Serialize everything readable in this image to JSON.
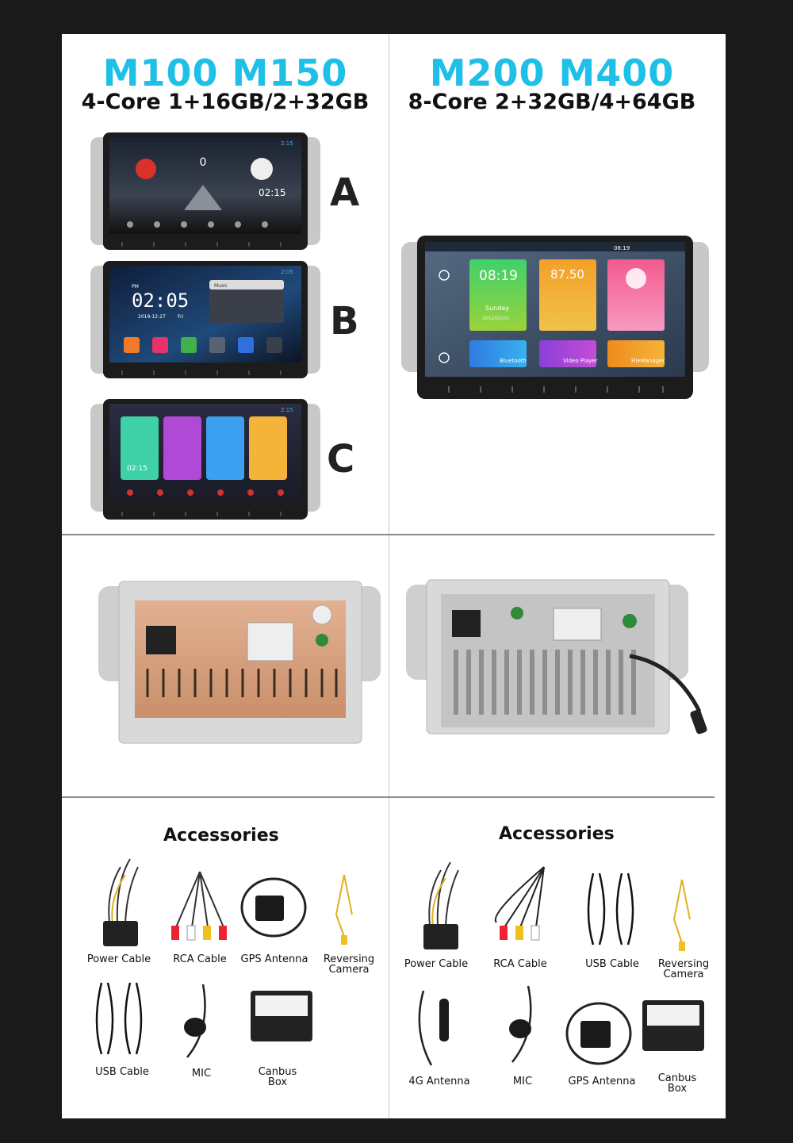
{
  "left_panel": {
    "models": "M100 M150",
    "spec": "4-Core 1+16GB/2+32GB",
    "variants": [
      "A",
      "B",
      "C"
    ],
    "screen_a": {
      "time": "02:15",
      "status_time": "2:15"
    },
    "screen_b": {
      "time": "02:05",
      "date": "2019-12-27",
      "weekday": "Fri",
      "ampm": "PM",
      "status_time": "2:05",
      "music_label": "Music"
    },
    "screen_c": {
      "time": "02:15",
      "status_time": "2:15"
    }
  },
  "right_panel": {
    "models": "M200 M400",
    "spec": "8-Core 2+32GB/4+64GB",
    "screen": {
      "status": "08:19",
      "clock": "08:19",
      "day": "Sunday",
      "date": "2012/01/01",
      "radio": "87.50",
      "tile_bluetooth": "Bluetooth",
      "tile_video": "Video Player",
      "tile_files": "FileManager"
    }
  },
  "accessories_left": {
    "title": "Accessories",
    "items": [
      {
        "label": "Power Cable"
      },
      {
        "label": "RCA Cable"
      },
      {
        "label": "GPS Antenna"
      },
      {
        "label": "Reversing Camera"
      },
      {
        "label": "USB Cable"
      },
      {
        "label": "MIC"
      },
      {
        "label": "Canbus Box"
      }
    ]
  },
  "accessories_right": {
    "title": "Accessories",
    "items": [
      {
        "label": "Power Cable"
      },
      {
        "label": "RCA Cable"
      },
      {
        "label": "USB Cable"
      },
      {
        "label": "Reversing Camera"
      },
      {
        "label": "4G Antenna"
      },
      {
        "label": "MIC"
      },
      {
        "label": "GPS Antenna"
      },
      {
        "label": "Canbus Box"
      }
    ]
  },
  "colors": {
    "accent_cyan": "#1ec0e8",
    "device_frame": "#1c1c1c",
    "bracket": "#c8c8c8",
    "copper_board": "#d9a27c"
  }
}
